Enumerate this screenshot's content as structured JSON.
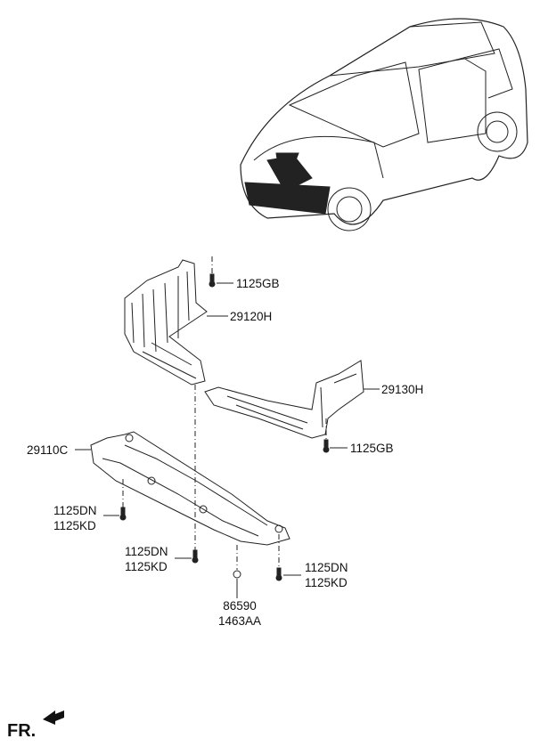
{
  "diagram": {
    "parts": [
      {
        "id": "bolt-top",
        "code": "1125GB"
      },
      {
        "id": "left-cover",
        "code": "29120H"
      },
      {
        "id": "right-cover",
        "code": "29130H"
      },
      {
        "id": "bolt-right",
        "code": "1125GB"
      },
      {
        "id": "front-cover",
        "code": "29110C"
      },
      {
        "id": "screw-left",
        "codes": [
          "1125DN",
          "1125KD"
        ]
      },
      {
        "id": "screw-center",
        "codes": [
          "1125DN",
          "1125KD"
        ]
      },
      {
        "id": "screw-right",
        "codes": [
          "1125DN",
          "1125KD"
        ]
      },
      {
        "id": "nut",
        "codes": [
          "86590",
          "1463AA"
        ]
      }
    ],
    "direction_label": "FR."
  }
}
